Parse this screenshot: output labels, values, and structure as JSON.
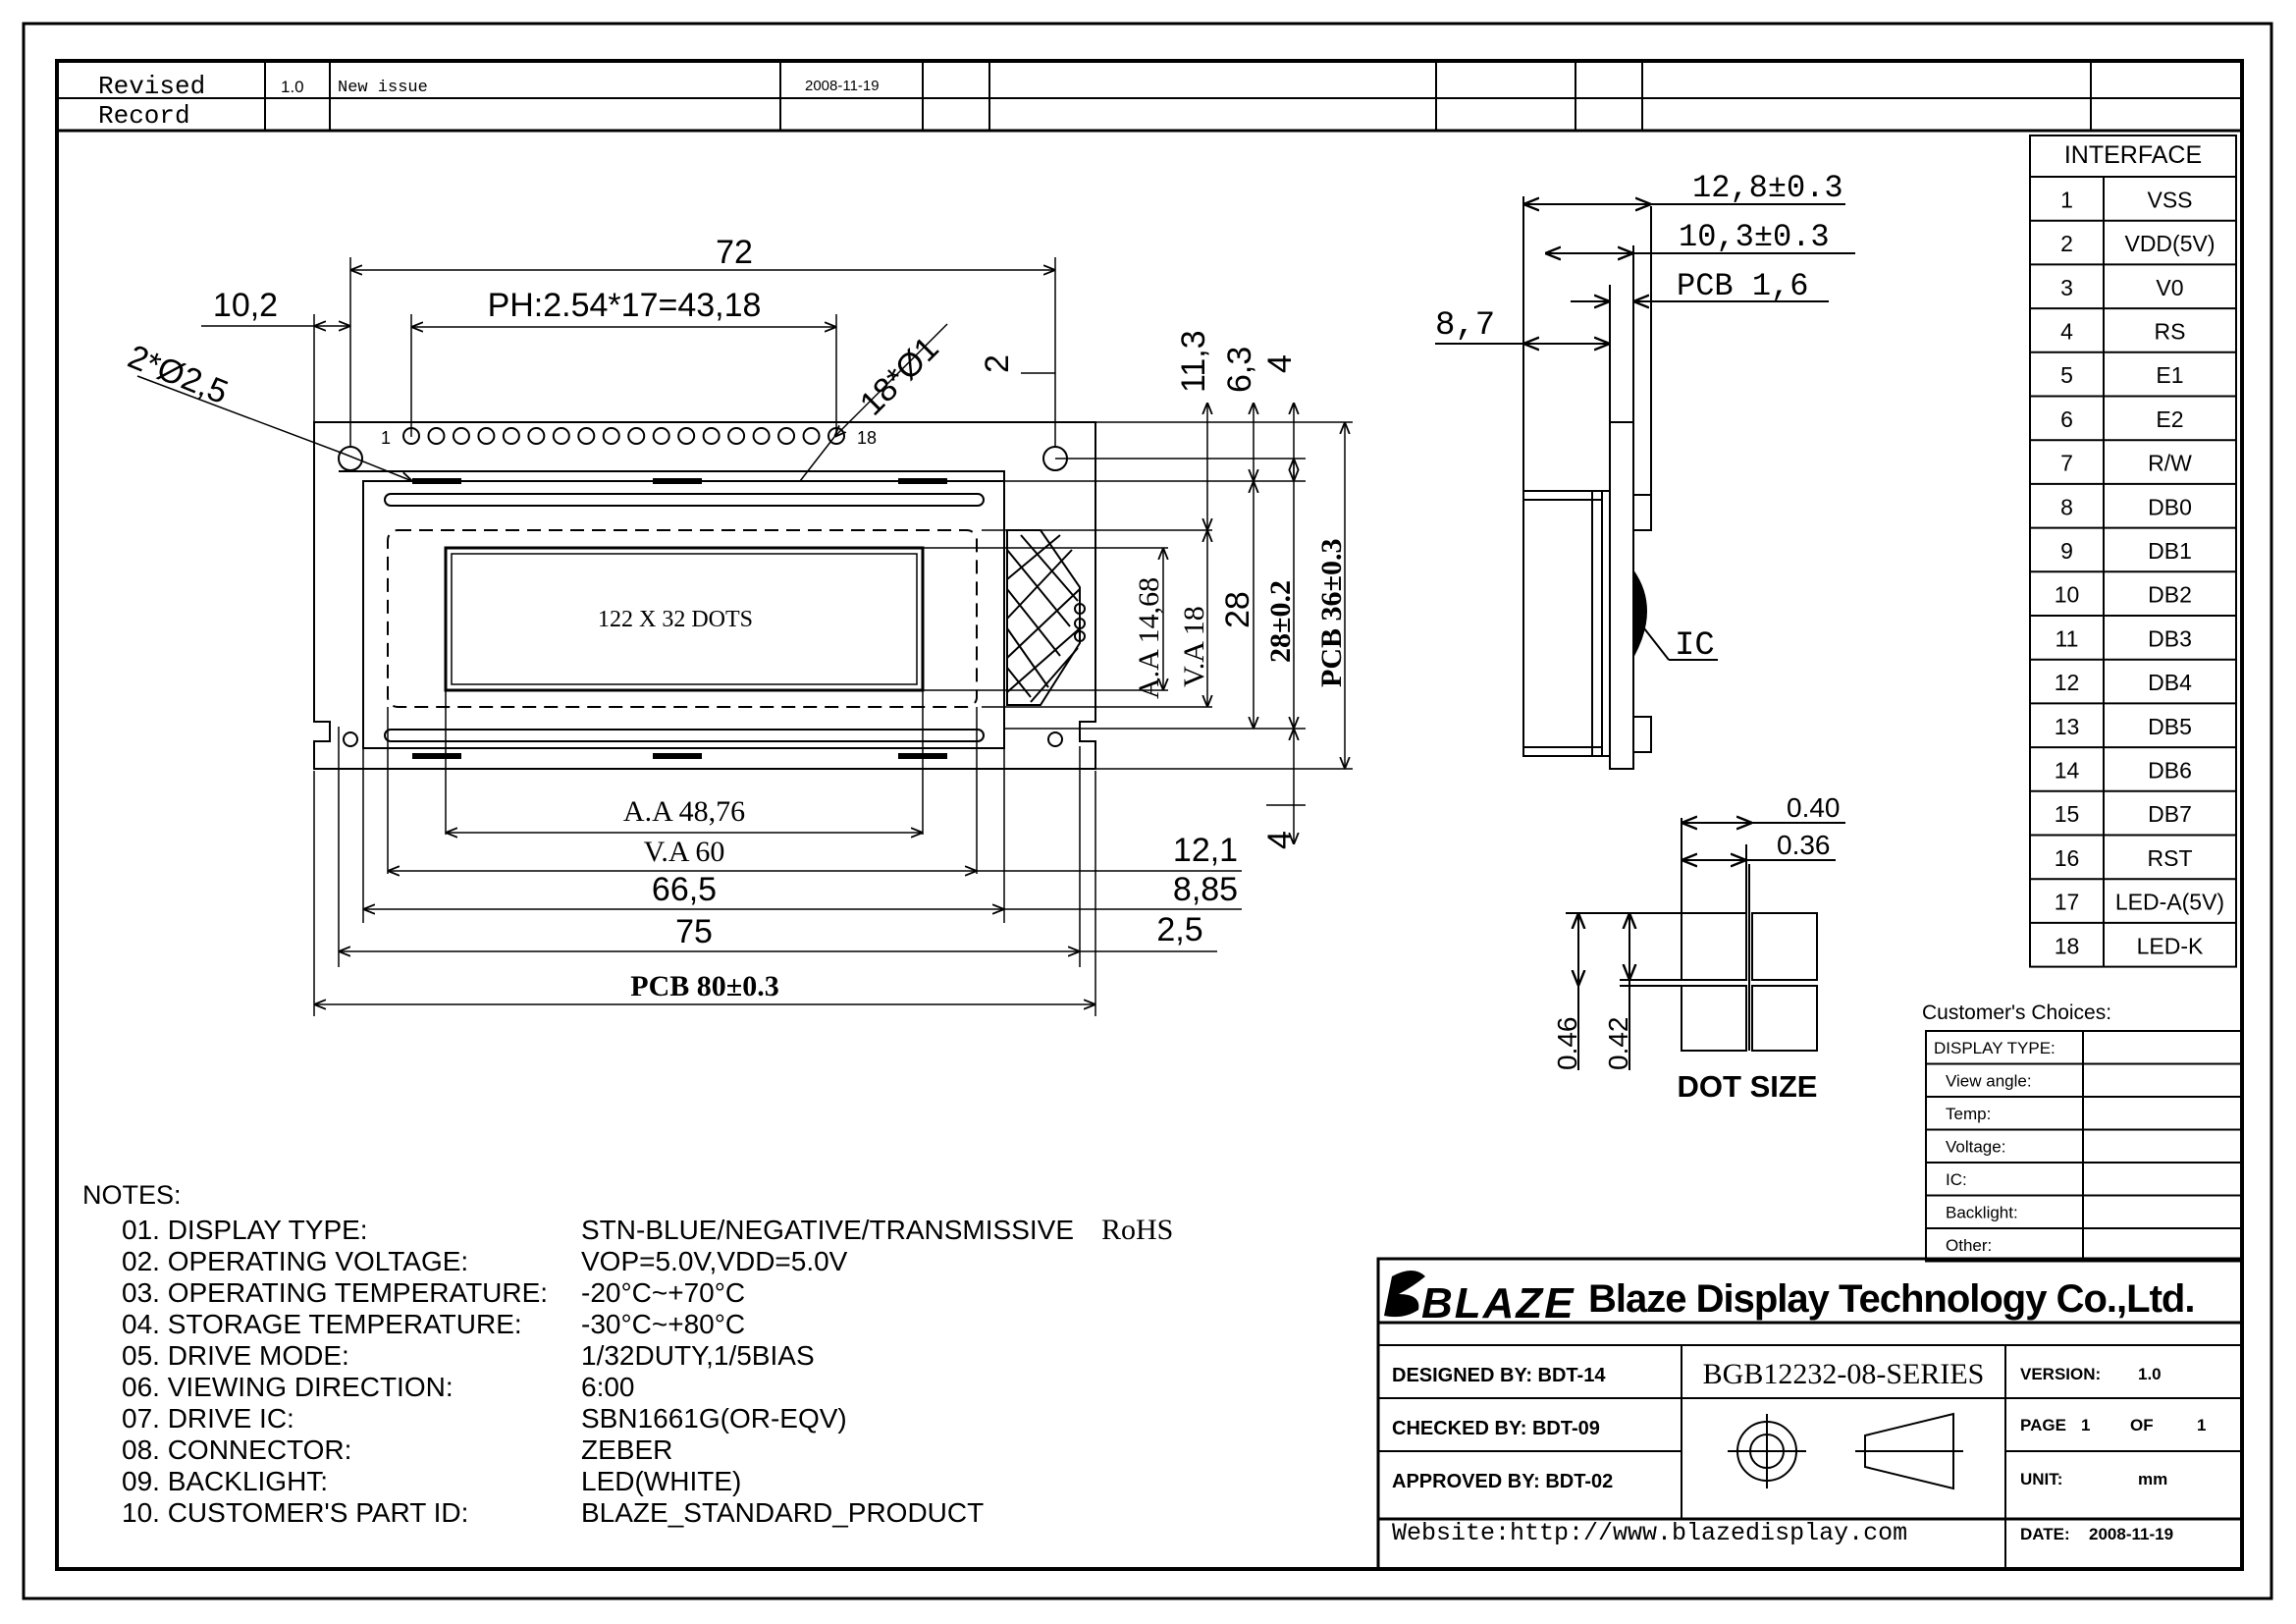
{
  "revision": {
    "header": "Revised Record",
    "version": "1.0",
    "description": "New issue",
    "date": "2008-11-19"
  },
  "front_view": {
    "dims": {
      "overall_72": "72",
      "pitch": "PH:2.54*17=43,18",
      "offset_10_2": "10,2",
      "holes_2": "2*Ø2,5",
      "pins_18": "18*Ø1",
      "top_2": "2",
      "v_11_3": "11,3",
      "v_6_3": "6,3",
      "v_4_top": "4",
      "v_4_bottom": "4",
      "aa_14_68": "A.A 14,68",
      "va_18": "V.A 18",
      "v_28": "28",
      "v_28_tol": "28±0.2",
      "pcb_36": "PCB 36±0.3",
      "aa_48_76": "A.A 48,76",
      "va_60": "V.A 60",
      "w_66_5": "66,5",
      "w_75": "75",
      "pcb_80": "PCB 80±0.3",
      "r_12_1": "12,1",
      "r_8_85": "8,85",
      "r_2_5": "2,5"
    },
    "pin_first": "1",
    "pin_last": "18",
    "dots_label": "122 X 32 DOTS"
  },
  "side_view": {
    "d_12_8": "12,8±0.3",
    "d_10_3": "10,3±0.3",
    "pcb_1_6": "PCB 1,6",
    "d_8_7": "8,7",
    "ic_label": "IC"
  },
  "dot_size": {
    "title": "DOT SIZE",
    "w_040": "0.40",
    "w_036": "0.36",
    "h_046": "0.46",
    "h_042": "0.42"
  },
  "interface": {
    "title": "INTERFACE",
    "pins": [
      {
        "num": "1",
        "name": "VSS"
      },
      {
        "num": "2",
        "name": "VDD(5V)"
      },
      {
        "num": "3",
        "name": "V0"
      },
      {
        "num": "4",
        "name": "RS"
      },
      {
        "num": "5",
        "name": "E1"
      },
      {
        "num": "6",
        "name": "E2"
      },
      {
        "num": "7",
        "name": "R/W"
      },
      {
        "num": "8",
        "name": "DB0"
      },
      {
        "num": "9",
        "name": "DB1"
      },
      {
        "num": "10",
        "name": "DB2"
      },
      {
        "num": "11",
        "name": "DB3"
      },
      {
        "num": "12",
        "name": "DB4"
      },
      {
        "num": "13",
        "name": "DB5"
      },
      {
        "num": "14",
        "name": "DB6"
      },
      {
        "num": "15",
        "name": "DB7"
      },
      {
        "num": "16",
        "name": "RST"
      },
      {
        "num": "17",
        "name": "LED-A(5V)"
      },
      {
        "num": "18",
        "name": "LED-K"
      }
    ]
  },
  "customer_choices": {
    "title": "Customer's Choices:",
    "rows": [
      "DISPLAY TYPE:",
      "View angle:",
      "Temp:",
      "Voltage:",
      "IC:",
      "Backlight:",
      "Other:"
    ]
  },
  "notes": {
    "title": "NOTES:",
    "items": [
      {
        "label": "01. DISPLAY TYPE:",
        "value": "STN-BLUE/NEGATIVE/TRANSMISSIVE",
        "extra": "RoHS"
      },
      {
        "label": "02. OPERATING VOLTAGE:",
        "value": "VOP=5.0V,VDD=5.0V"
      },
      {
        "label": "03. OPERATING TEMPERATURE:",
        "value": "-20°C~+70°C"
      },
      {
        "label": "04. STORAGE TEMPERATURE:",
        "value": "-30°C~+80°C"
      },
      {
        "label": "05. DRIVE MODE:",
        "value": "1/32DUTY,1/5BIAS"
      },
      {
        "label": "06. VIEWING DIRECTION:",
        "value": "6:00"
      },
      {
        "label": "07. DRIVE IC:",
        "value": "SBN1661G(OR-EQV)"
      },
      {
        "label": "08. CONNECTOR:",
        "value": "ZEBER"
      },
      {
        "label": "09. BACKLIGHT:",
        "value": "LED(WHITE)"
      },
      {
        "label": "10. CUSTOMER'S PART ID:",
        "value": "BLAZE_STANDARD_PRODUCT"
      }
    ]
  },
  "title_block": {
    "logo": "BLAZE",
    "company": "Blaze Display Technology Co.,Ltd.",
    "designed": "DESIGNED  BY:  BDT-14",
    "checked": "CHECKED  BY:  BDT-09",
    "approved": "APPROVED  BY: BDT-02",
    "part_number": "BGB12232-08-SERIES",
    "version_label": "VERSION:",
    "version_value": "1.0",
    "page_label": "PAGE",
    "page_value": "1",
    "of_label": "OF",
    "of_value": "1",
    "unit_label": "UNIT:",
    "unit_value": "mm",
    "date_label": "DATE:",
    "date_value": "2008-11-19",
    "website": "Website:http://www.blazedisplay.com"
  }
}
